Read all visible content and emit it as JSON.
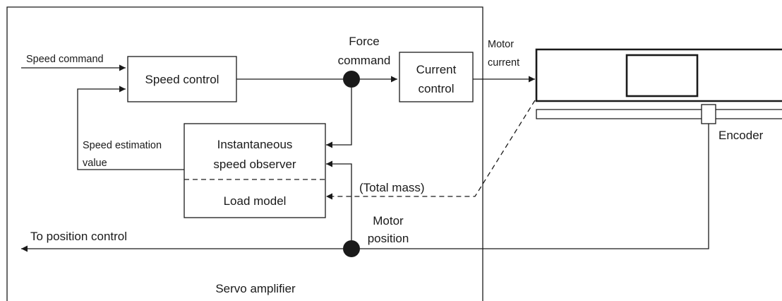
{
  "labels": {
    "speed_command": "Speed command",
    "speed_control": "Speed control",
    "force_command_1": "Force",
    "force_command_2": "command",
    "current_control_1": "Current",
    "current_control_2": "control",
    "motor_current_1": "Motor",
    "motor_current_2": "current",
    "encoder": "Encoder",
    "speed_estimation_1": "Speed estimation",
    "speed_estimation_2": "value",
    "observer_1": "Instantaneous",
    "observer_2": "speed observer",
    "load_model": "Load model",
    "total_mass": "(Total mass)",
    "motor_position_1": "Motor",
    "motor_position_2": "position",
    "to_position_control": "To position control",
    "servo_amplifier": "Servo amplifier"
  }
}
